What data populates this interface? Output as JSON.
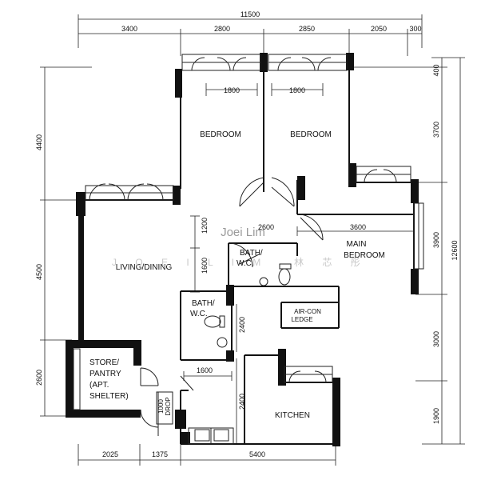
{
  "dimensions": {
    "top_total": "11500",
    "top_segments": [
      "3400",
      "2800",
      "2850",
      "2050",
      "300"
    ],
    "window_widths": [
      "1800",
      "1800"
    ],
    "left": [
      "4400",
      "4500",
      "2600"
    ],
    "right_inner": [
      "400",
      "3700",
      "3900",
      "3000",
      "1900"
    ],
    "right_total": "12600",
    "bottom": [
      "2025",
      "1375",
      "5400"
    ],
    "interior": {
      "bath_height_1200": "1200",
      "bath_height_1600": "1600",
      "corridor_2600": "2600",
      "main_bedroom_width": "3600",
      "bath2_height": "2400",
      "bath2_width": "1600",
      "kitchen_height": "2400",
      "drop": "1000",
      "drop_label": "DROP"
    }
  },
  "rooms": {
    "bedroom1": "BEDROOM",
    "bedroom2": "BEDROOM",
    "main_bedroom": [
      "MAIN",
      "BEDROOM"
    ],
    "living": "LIVING/DINING",
    "bath1": [
      "BATH/",
      "W.C."
    ],
    "bath2": [
      "BATH/",
      "W.C."
    ],
    "aircon": [
      "AIR-CON",
      "LEDGE"
    ],
    "store": [
      "STORE/",
      "PANTRY",
      "(APT.",
      "SHELTER)"
    ],
    "kitchen": "KITCHEN"
  },
  "watermark": {
    "name": "Joei Lim",
    "faint": "J O E I   L I M",
    "chinese": "林 芯 彤"
  }
}
